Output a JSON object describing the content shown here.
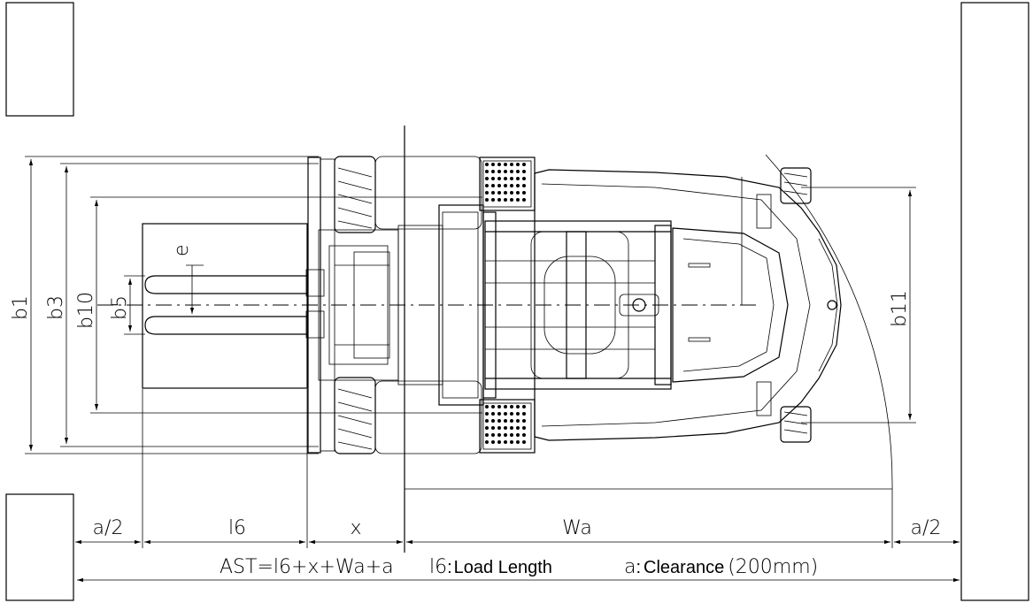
{
  "labels": {
    "b1": "b1",
    "b3": "b3",
    "b10": "b10",
    "b5": "b5",
    "b11": "b11",
    "e": "e",
    "a_half_left": "a/2",
    "l6": "l6",
    "x": "x",
    "wa": "Wa",
    "a_half_right": "a/2"
  },
  "formula": {
    "ast": "AST=l6+x+Wa+a",
    "l6_prefix": "l6",
    "l6_sep": ":",
    "l6_text": "Load Length",
    "a_prefix": "a",
    "a_sep": ":",
    "clearance_text": "Clearance",
    "clearance_value": "(200mm)"
  }
}
